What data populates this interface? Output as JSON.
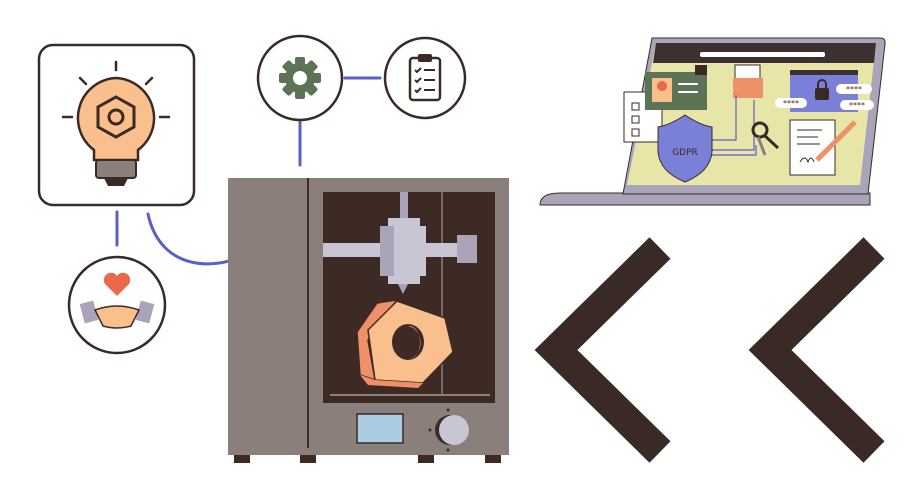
{
  "illustration": {
    "laptop": {
      "shield_label": "GDPR",
      "password_masks": [
        "****",
        "****",
        "****"
      ]
    },
    "colors": {
      "outline": "#3a2a26",
      "printer_body": "#8b7f7b",
      "printer_chamber": "#3d2a25",
      "nut_light": "#f9c08e",
      "nut_dark": "#ee9068",
      "accent_blue": "#5a5fc8",
      "gear_green": "#5c7355",
      "bulb_fill": "#f9c08e",
      "screen_blue": "#a9cce3",
      "laptop_screen": "#e8e5a8",
      "laptop_frame": "#3d3030",
      "laptop_body": "#a9a4b8",
      "shield": "#7a7fd8"
    },
    "icons": [
      "lightbulb-icon",
      "gear-icon",
      "clipboard-checklist-icon",
      "handshake-heart-icon",
      "3d-printer",
      "hex-nut",
      "laptop",
      "chevron-left-icon"
    ]
  }
}
